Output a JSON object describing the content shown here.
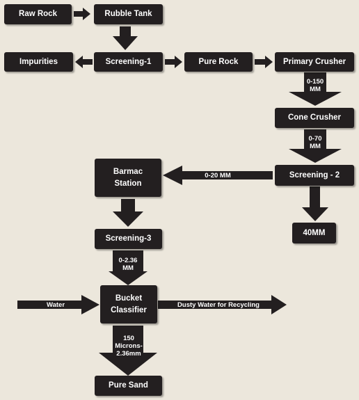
{
  "nodes": {
    "raw_rock": "Raw Rock",
    "rubble_tank": "Rubble Tank",
    "impurities": "Impurities",
    "screening_1": "Screening-1",
    "pure_rock": "Pure Rock",
    "primary_crusher": "Primary Crusher",
    "cone_crusher": "Cone Crusher",
    "barmac_line1": "Barmac",
    "barmac_line2": "Station",
    "screening_2": "Screening - 2",
    "out_40mm": "40MM",
    "screening_3": "Screening-3",
    "bucket_line1": "Bucket",
    "bucket_line2": "Classifier",
    "pure_sand": "Pure Sand"
  },
  "arrow_labels": {
    "primary_out_1": "0-150",
    "primary_out_2": "MM",
    "cone_out_1": "0-70",
    "cone_out_2": "MM",
    "screening2_to_barmac": "0-20 MM",
    "screening3_out_1": "0-2.36",
    "screening3_out_2": "MM",
    "water": "Water",
    "dusty_water": "Dusty Water for Recycling",
    "bucket_out_1": "150",
    "bucket_out_2": "Microns-",
    "bucket_out_3": "2.36mm"
  },
  "colors": {
    "background": "#ece7dc",
    "box": "#231f20",
    "text": "#ffffff"
  }
}
